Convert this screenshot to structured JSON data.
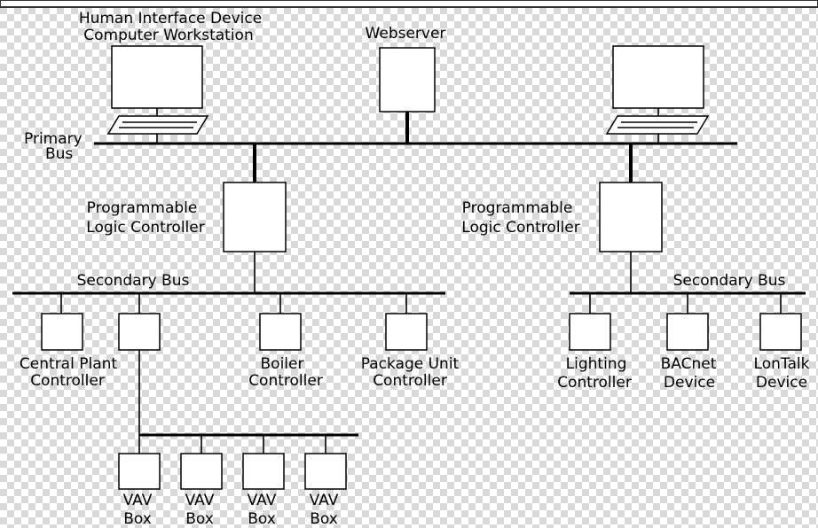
{
  "labels": {
    "hid_line1": "Human Interface Device",
    "hid_line2": "Computer Workstation",
    "webserver": "Webserver",
    "primary_bus_line1": "Primary",
    "primary_bus_line2": "Bus",
    "plc_left_line1": "Programmable",
    "plc_left_line2": "Logic Controller",
    "plc_right_line1": "Programmable",
    "plc_right_line2": "Logic Controller",
    "secondary_bus_left": "Secondary Bus",
    "secondary_bus_right": "Secondary Bus",
    "central_plant_line1": "Central Plant",
    "central_plant_line2": "Controller",
    "boiler_line1": "Boiler",
    "boiler_line2": "Controller",
    "package_unit_line1": "Package Unit",
    "package_unit_line2": "Controller",
    "lighting_line1": "Lighting",
    "lighting_line2": "Controller",
    "bacnet_line1": "BACnet",
    "bacnet_line2": "Device",
    "lontalk_line1": "LonTalk",
    "lontalk_line2": "Device",
    "vav_boxes": [
      {
        "line1": "VAV",
        "line2": "Box"
      },
      {
        "line1": "VAV",
        "line2": "Box"
      },
      {
        "line1": "VAV",
        "line2": "Box"
      },
      {
        "line1": "VAV",
        "line2": "Box"
      }
    ]
  },
  "colors": {
    "line": "#000000",
    "box_fill": "#ffffff",
    "checker": "#d9d9d9"
  }
}
